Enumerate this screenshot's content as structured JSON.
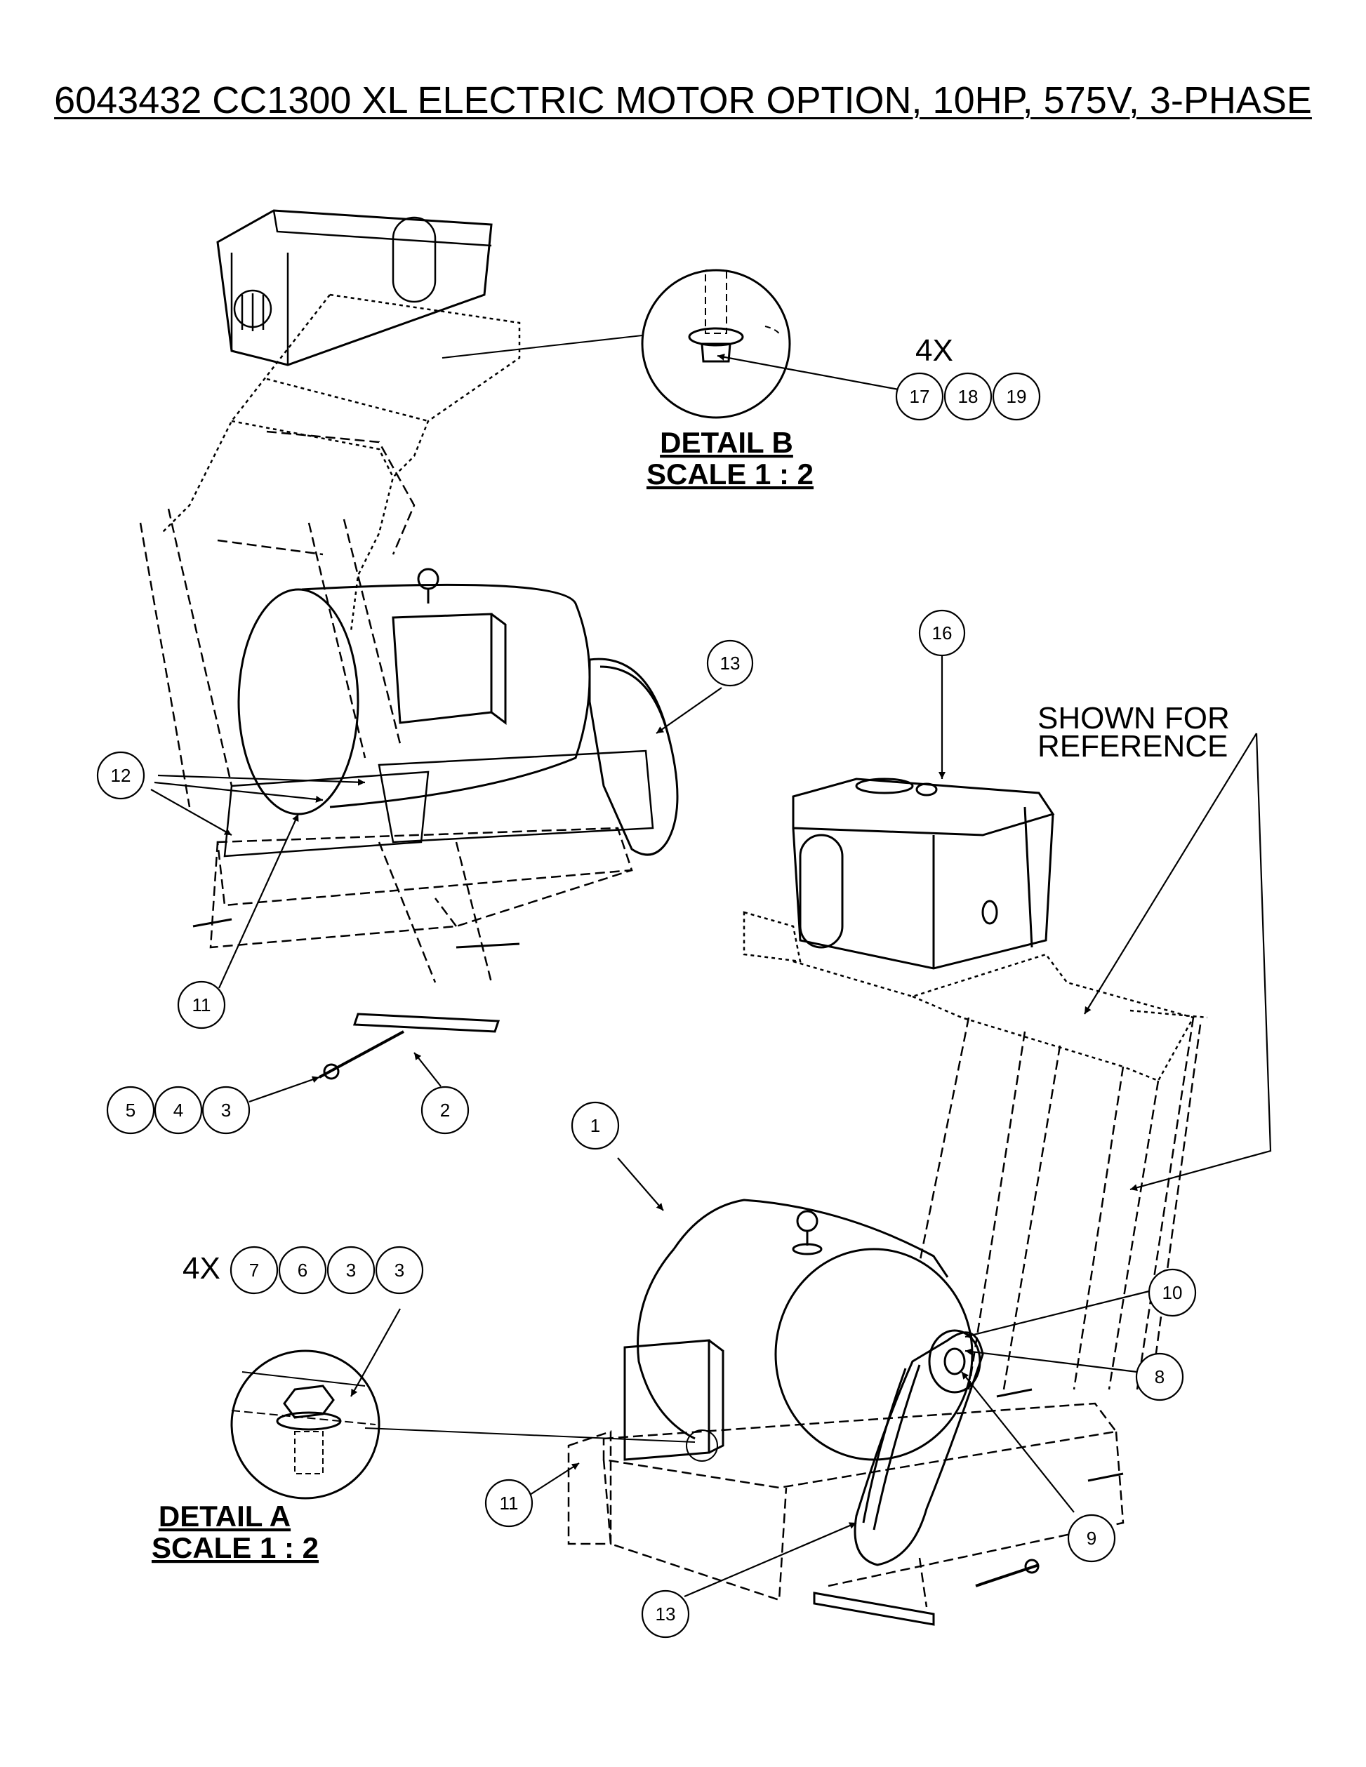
{
  "title": "6043432  CC1300 XL ELECTRIC MOTOR OPTION, 10HP, 575V, 3-PHASE",
  "labels": {
    "qty_b": "4X",
    "qty_a": "4X",
    "shown_for_reference": [
      "SHOWN FOR",
      "REFERENCE"
    ]
  },
  "details": {
    "b": {
      "name": "DETAIL B",
      "scale": "SCALE 1 : 2"
    },
    "a": {
      "name": "DETAIL A",
      "scale": "SCALE 1 : 2"
    }
  },
  "balloons": {
    "b17": "17",
    "b18": "18",
    "b19": "19",
    "b16": "16",
    "b13_top": "13",
    "b12": "12",
    "b11_top": "11",
    "b5": "5",
    "b4": "4",
    "b3_top": "3",
    "b2": "2",
    "b1": "1",
    "b7": "7",
    "b6": "6",
    "b3_a": "3",
    "b3_b": "3",
    "b10": "10",
    "b8": "8",
    "b9": "9",
    "b11_bottom": "11",
    "b13_bottom": "13"
  },
  "colors": {
    "line": "#000000",
    "background": "#ffffff"
  }
}
